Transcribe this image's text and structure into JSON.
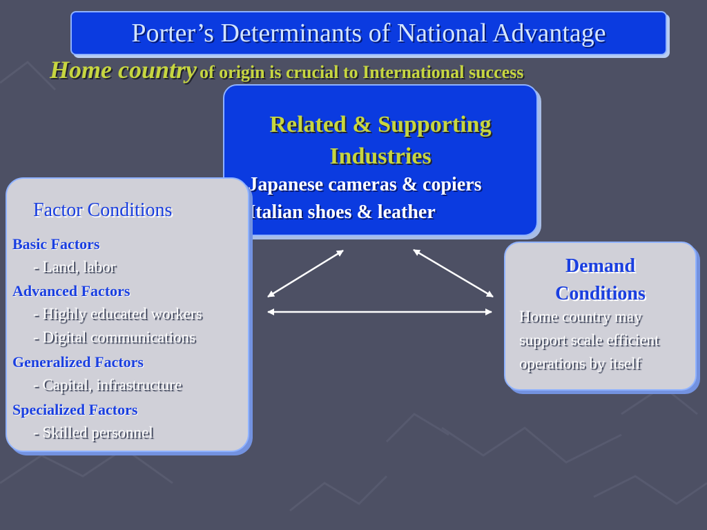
{
  "slide": {
    "title": "Porter’s Determinants of National Advantage",
    "subtitle_emphasis": "Home country",
    "subtitle_rest": "of origin is crucial to International success"
  },
  "related": {
    "title_line1": "Related & Supporting",
    "title_line2": "Industries",
    "items": [
      "- Japanese cameras & copiers",
      "- Italian shoes & leather"
    ]
  },
  "factor": {
    "title": "Factor Conditions",
    "categories": [
      {
        "name": "Basic Factors",
        "items": [
          "- Land, labor"
        ]
      },
      {
        "name": "Advanced Factors",
        "items": [
          "- Highly educated workers",
          "- Digital communications"
        ]
      },
      {
        "name": "Generalized Factors",
        "items": [
          "- Capital, infrastructure"
        ]
      },
      {
        "name": "Specialized Factors",
        "items": [
          "- Skilled personnel"
        ]
      }
    ]
  },
  "demand": {
    "title_line1": "Demand",
    "title_line2": "Conditions",
    "lines": [
      "Home country may",
      "support scale efficient",
      "operations by itself"
    ]
  },
  "colors": {
    "background": "#4d5064",
    "title_box": "#0b3be0",
    "accent_yellow": "#c7d640",
    "label_blue": "#1a3fe0",
    "box_gray": "#d0d0d8"
  }
}
